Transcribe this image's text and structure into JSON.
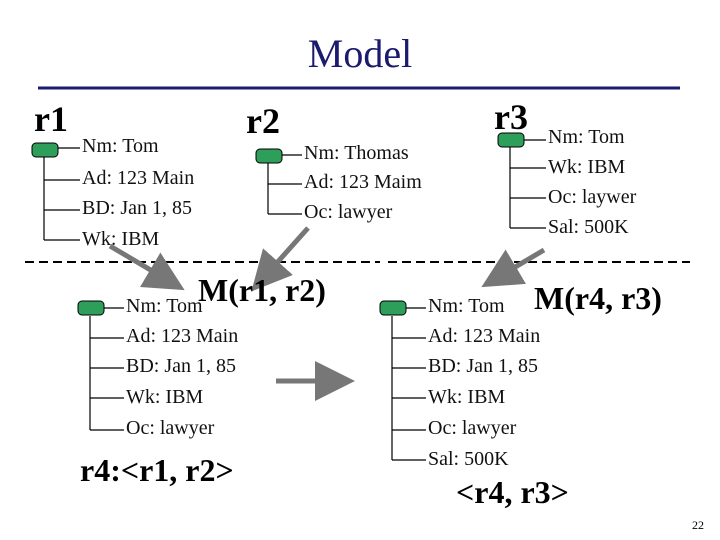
{
  "title": "Model",
  "records": {
    "r1": {
      "label": "r1",
      "fields": [
        "Nm: Tom",
        "Ad: 123 Main",
        "BD: Jan 1, 85",
        "Wk: IBM"
      ]
    },
    "r2": {
      "label": "r2",
      "fields": [
        "Nm: Thomas",
        "Ad: 123 Maim",
        "Oc: lawyer"
      ]
    },
    "r3": {
      "label": "r3",
      "fields": [
        "Nm: Tom",
        "Wk: IBM",
        "Oc: laywer",
        "Sal: 500K"
      ]
    },
    "merged1": {
      "label": "M(r1, r2)",
      "fields": [
        "Nm: Tom",
        "Ad: 123 Main",
        "BD: Jan 1, 85",
        "Wk: IBM",
        "Oc: lawyer"
      ],
      "result": "r4:<r1, r2>"
    },
    "merged2": {
      "label": "M(r4, r3)",
      "fields": [
        "Nm: Tom",
        "Ad: 123 Main",
        "BD: Jan 1, 85",
        "Wk: IBM",
        "Oc: lawyer",
        "Sal: 500K"
      ],
      "result": "<r4, r3>"
    }
  },
  "page_number": "22",
  "colors": {
    "title": "#1a1a6e",
    "title_rule": "#1a1a6e",
    "node_fill": "#2e9e5b",
    "arrow": "#777777"
  }
}
